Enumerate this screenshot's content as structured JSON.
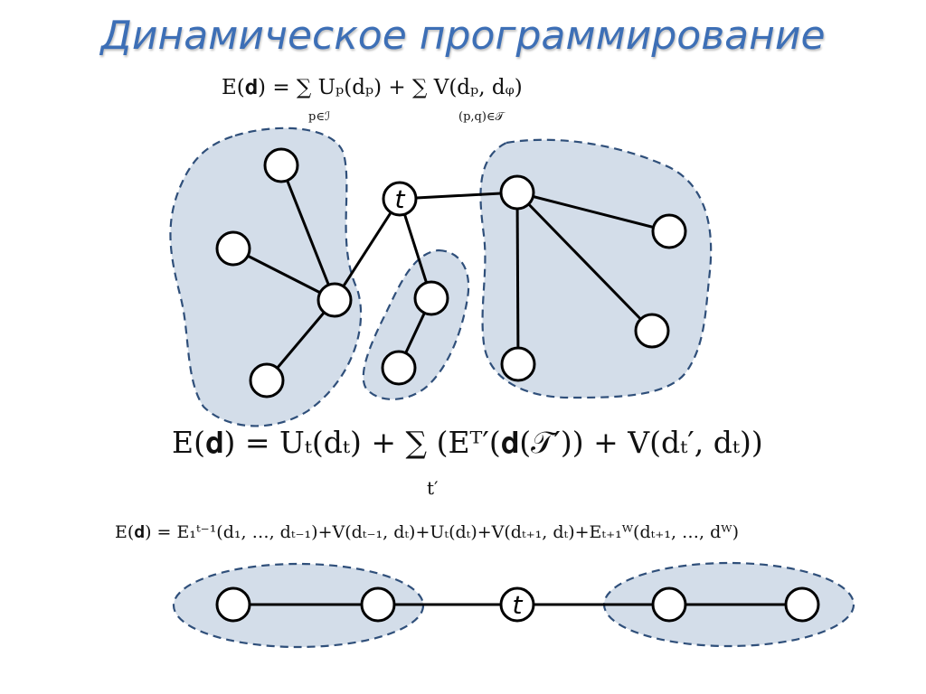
{
  "title": "Динамическое программирование",
  "formula1": {
    "main": "E(𝐝) = ∑ Uₚ(dₚ) +   ∑   V(dₚ, dᵩ)",
    "sum1_sub": "p∈ℐ",
    "sum2_sub": "(p,q)∈𝒯"
  },
  "formula2": {
    "main": "E(𝐝) = Uₜ(dₜ) + ∑ (Eᵀ′(𝐝(𝒯′)) + V(dₜ′, dₜ))",
    "sum_sub": "t′"
  },
  "formula3": {
    "main": "E(𝐝) = E₁ᵗ⁻¹(d₁, …, dₜ₋₁)+V(dₜ₋₁, dₜ)+Uₜ(dₜ)+V(dₜ₊₁, dₜ)+Eₜ₊₁ᵂ(dₜ₊₁, …, dᵂ)"
  },
  "tree": {
    "center_label": "t"
  },
  "chain": {
    "center_label": "t"
  },
  "colors": {
    "region_fill": "#d3dde9",
    "region_stroke": "#2f4f7a",
    "title": "#3d6fb6"
  }
}
